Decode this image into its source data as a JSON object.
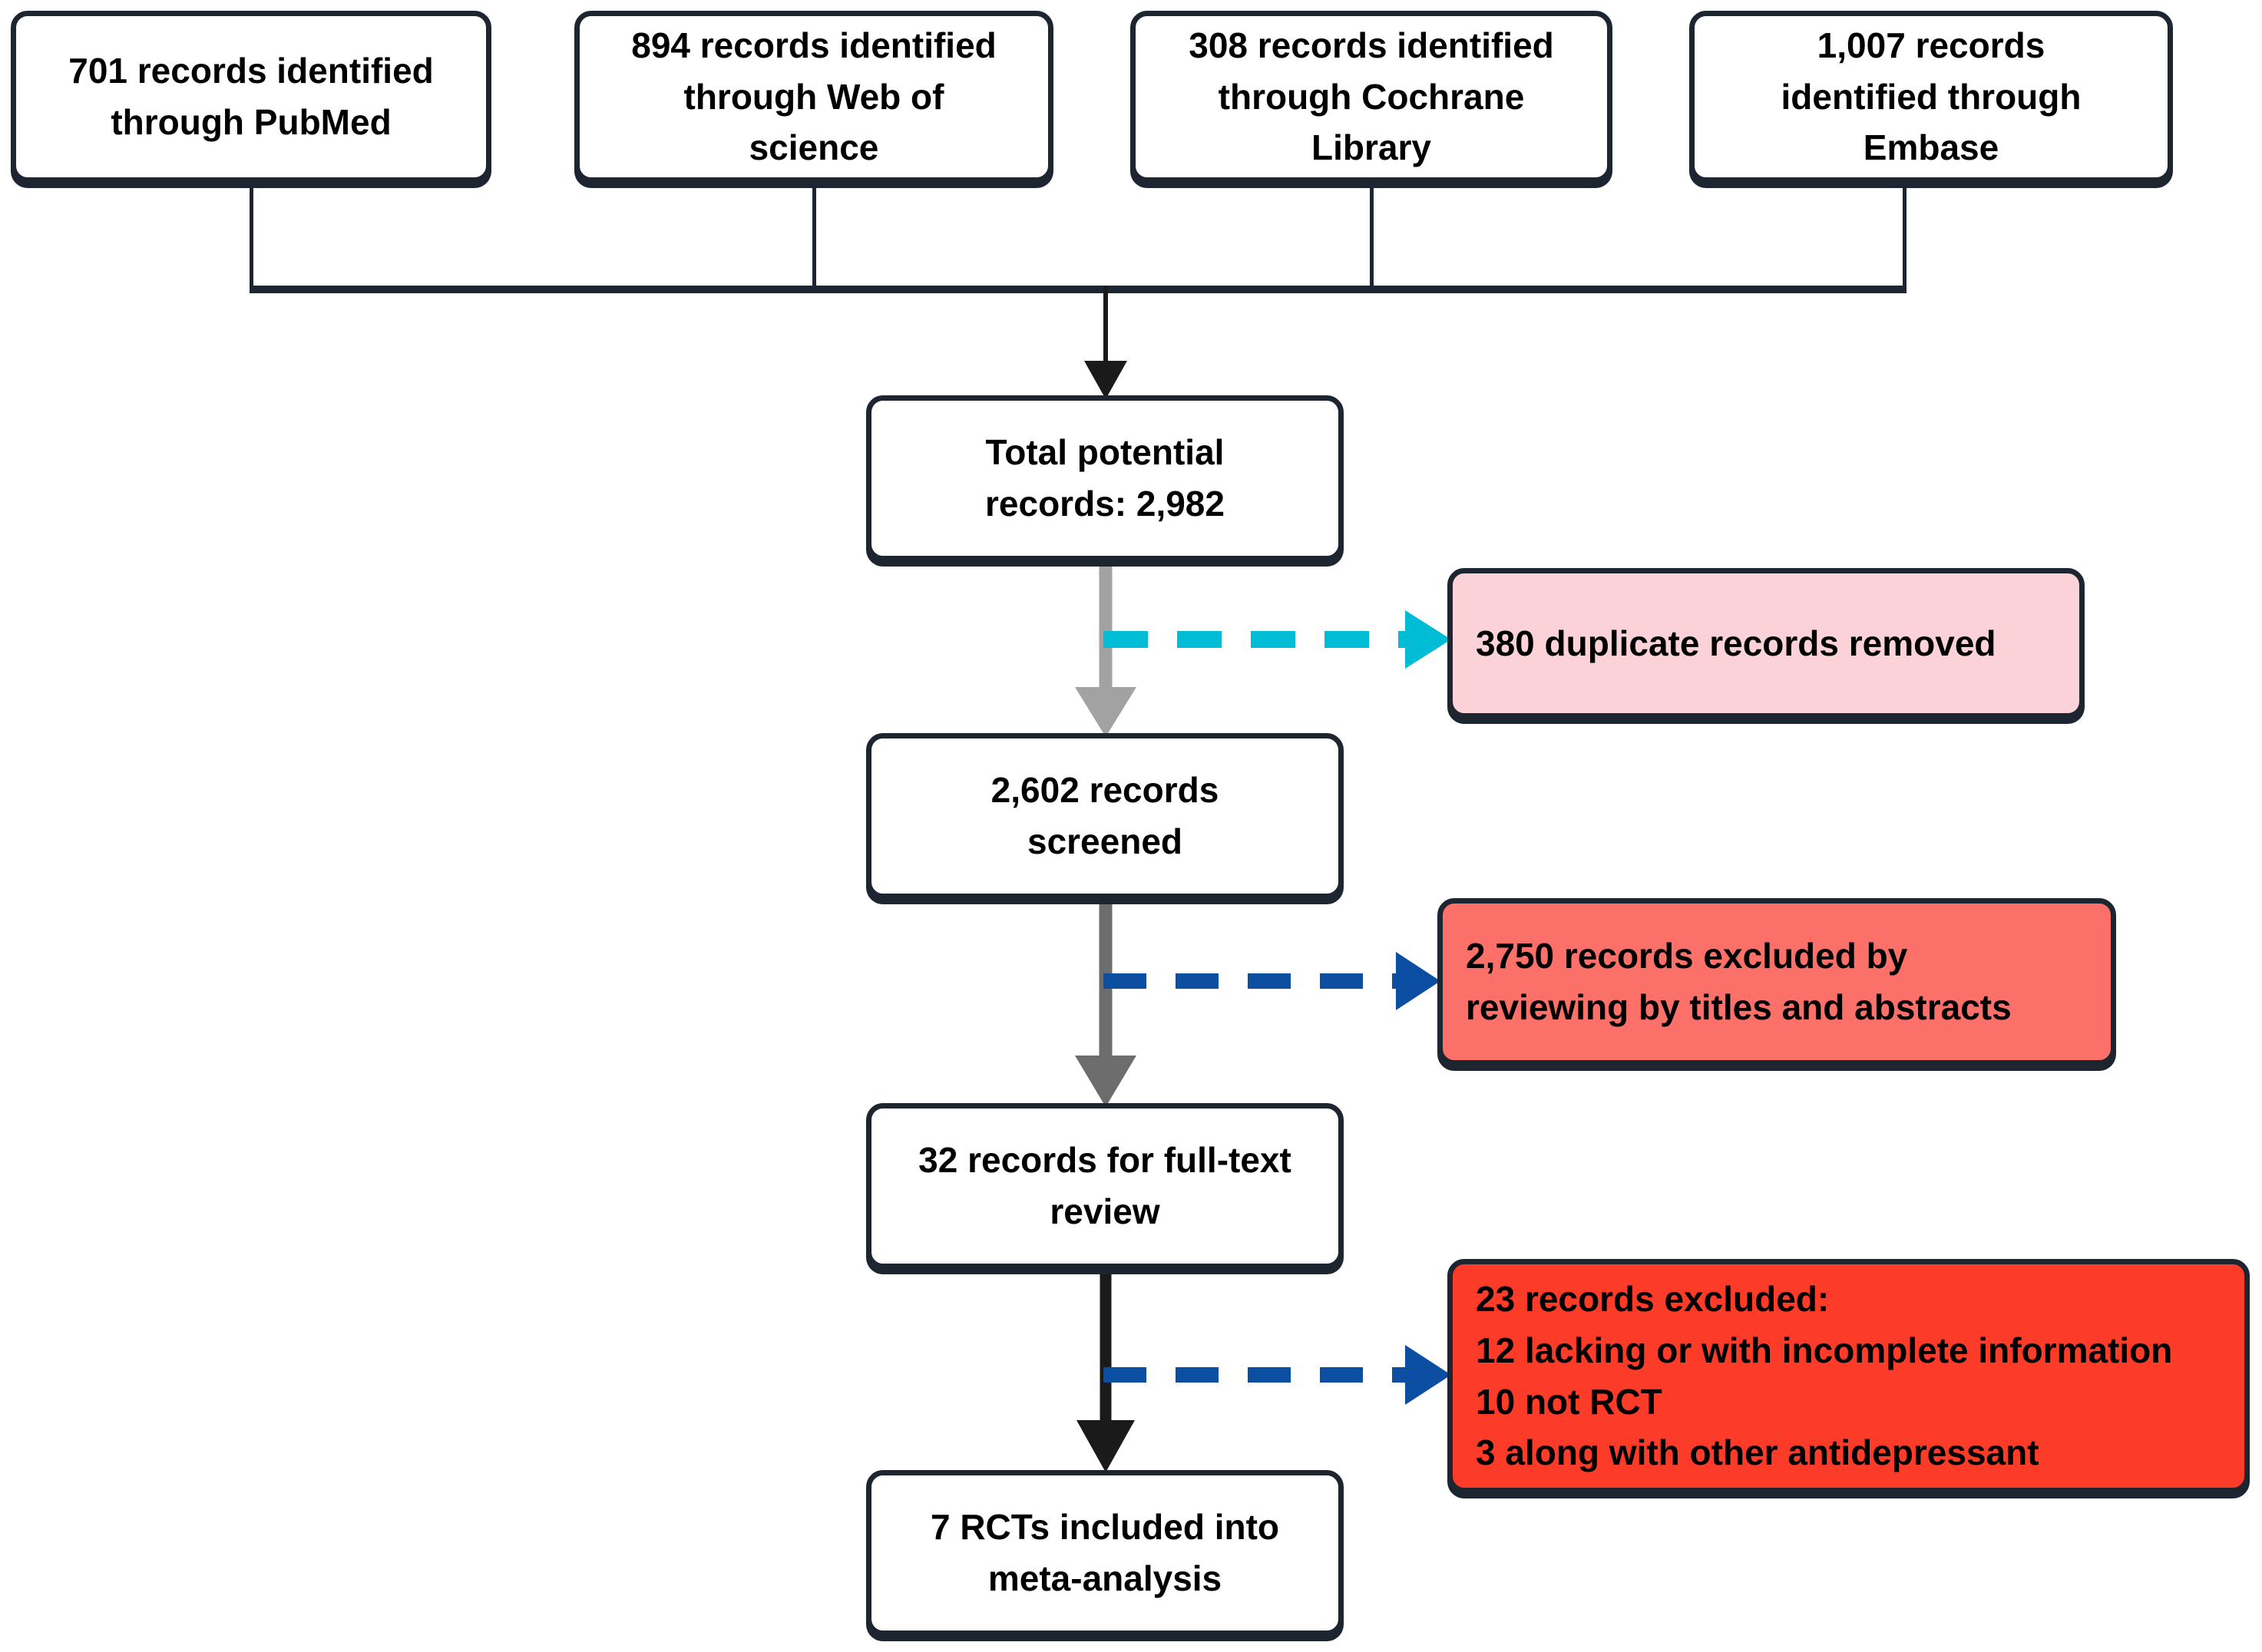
{
  "diagram": {
    "type": "prisma-flow-diagram",
    "title": "PRISMA study selection flow",
    "colors": {
      "box_border": "#1d2630",
      "duplicate_box_fill": "#fbd2d7",
      "excluded_titles_box_fill": "#fb7068",
      "excluded_fulltext_box_fill": "#fc3b28",
      "cyan_arrow": "#00bcd4",
      "blue_arrow": "#0b4ea2",
      "gray_arrow_light": "#a2a2a2",
      "gray_arrow_dark": "#6d6d6d",
      "black_arrow": "#1a1a1a"
    },
    "sources": [
      {
        "id": "pubmed",
        "label": "701 records identified\nthrough PubMed",
        "count": 701
      },
      {
        "id": "wos",
        "label": "894 records identified\nthrough Web of\nscience",
        "count": 894
      },
      {
        "id": "cochrane",
        "label": "308 records identified\nthrough Cochrane\nLibrary",
        "count": 308
      },
      {
        "id": "embase",
        "label": "1,007  records\nidentified through\nEmbase",
        "count": 1007
      }
    ],
    "flow": [
      {
        "id": "total",
        "label": "Total potential\nrecords: 2,982",
        "count": 2982
      },
      {
        "id": "screened",
        "label": "2,602 records\nscreened",
        "count": 2602
      },
      {
        "id": "fulltext",
        "label": "32 records for full-text\nreview",
        "count": 32
      },
      {
        "id": "included",
        "label": "7 RCTs included into\nmeta-analysis",
        "count": 7
      }
    ],
    "exclusions": [
      {
        "id": "duplicates",
        "label": "380 duplicate records removed",
        "count": 380,
        "style": "pink",
        "arrow_color": "#00bcd4"
      },
      {
        "id": "excluded-titles-abstracts",
        "label": "2,750 records excluded by\nreviewing by titles and abstracts",
        "count": 2750,
        "style": "salmon",
        "arrow_color": "#0b4ea2"
      },
      {
        "id": "excluded-fulltext",
        "label": "23 records excluded:\n12 lacking or with incomplete information\n10 not RCT\n3 along with other antidepressant",
        "count": 23,
        "style": "red",
        "arrow_color": "#0b4ea2",
        "reasons": [
          {
            "label": "lacking or with incomplete information",
            "count": 12
          },
          {
            "label": "not RCT",
            "count": 10
          },
          {
            "label": "along with other antidepressant",
            "count": 3
          }
        ]
      }
    ]
  }
}
